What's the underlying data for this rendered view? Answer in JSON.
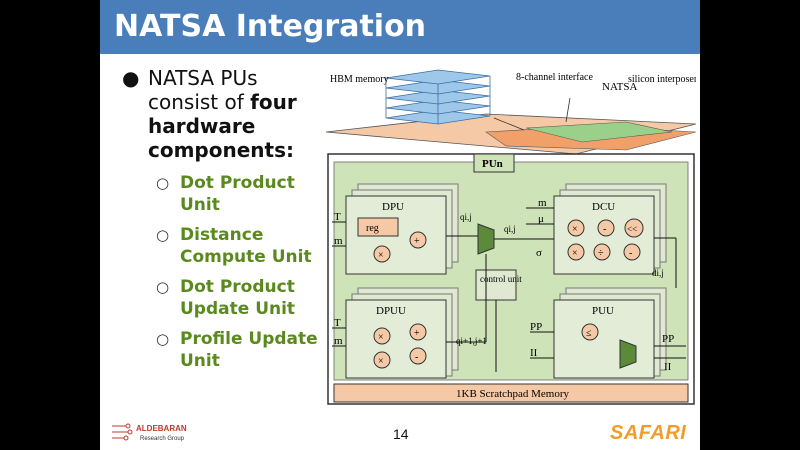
{
  "slide": {
    "title": "NATSA Integration",
    "page_number": "14",
    "footer_brand": "SAFARI",
    "logo_text_1": "ALDEBARAN",
    "logo_text_2": "Research Group"
  },
  "bullets": {
    "main_prefix": "NATSA PUs consist of ",
    "main_bold_1": "four",
    "main_bold_2": "hardware components:",
    "items": [
      {
        "label": "Dot Product Unit"
      },
      {
        "label": "Distance Compute Unit"
      },
      {
        "label": "Dot Product Update Unit"
      },
      {
        "label": "Profile Update Unit"
      }
    ]
  },
  "diagram": {
    "hbm_label": "HBM memory",
    "interface_label": "8-channel interface",
    "natsa_label": "NATSA",
    "interposer_label": "silicon interposer",
    "pu_label": "PUn",
    "dpu": "DPU",
    "dcu": "DCU",
    "dpuu": "DPUU",
    "puu": "PUU",
    "reg": "reg",
    "control_unit": "control unit",
    "scratchpad": "1KB Scratchpad Memory",
    "in_T": "T",
    "in_m": "m",
    "in_mu": "μ",
    "in_sigma": "σ",
    "in_PP": "PP",
    "in_II": "II",
    "out_PP": "PP",
    "out_II": "II",
    "sig_qij": "qi,j",
    "sig_qi1j1": "qi+1,j+1",
    "sig_dij": "di,j",
    "op_plus": "+",
    "op_times": "×",
    "op_minus": "-",
    "op_shift": "<<",
    "op_div": "÷",
    "op_leq": "≤"
  }
}
